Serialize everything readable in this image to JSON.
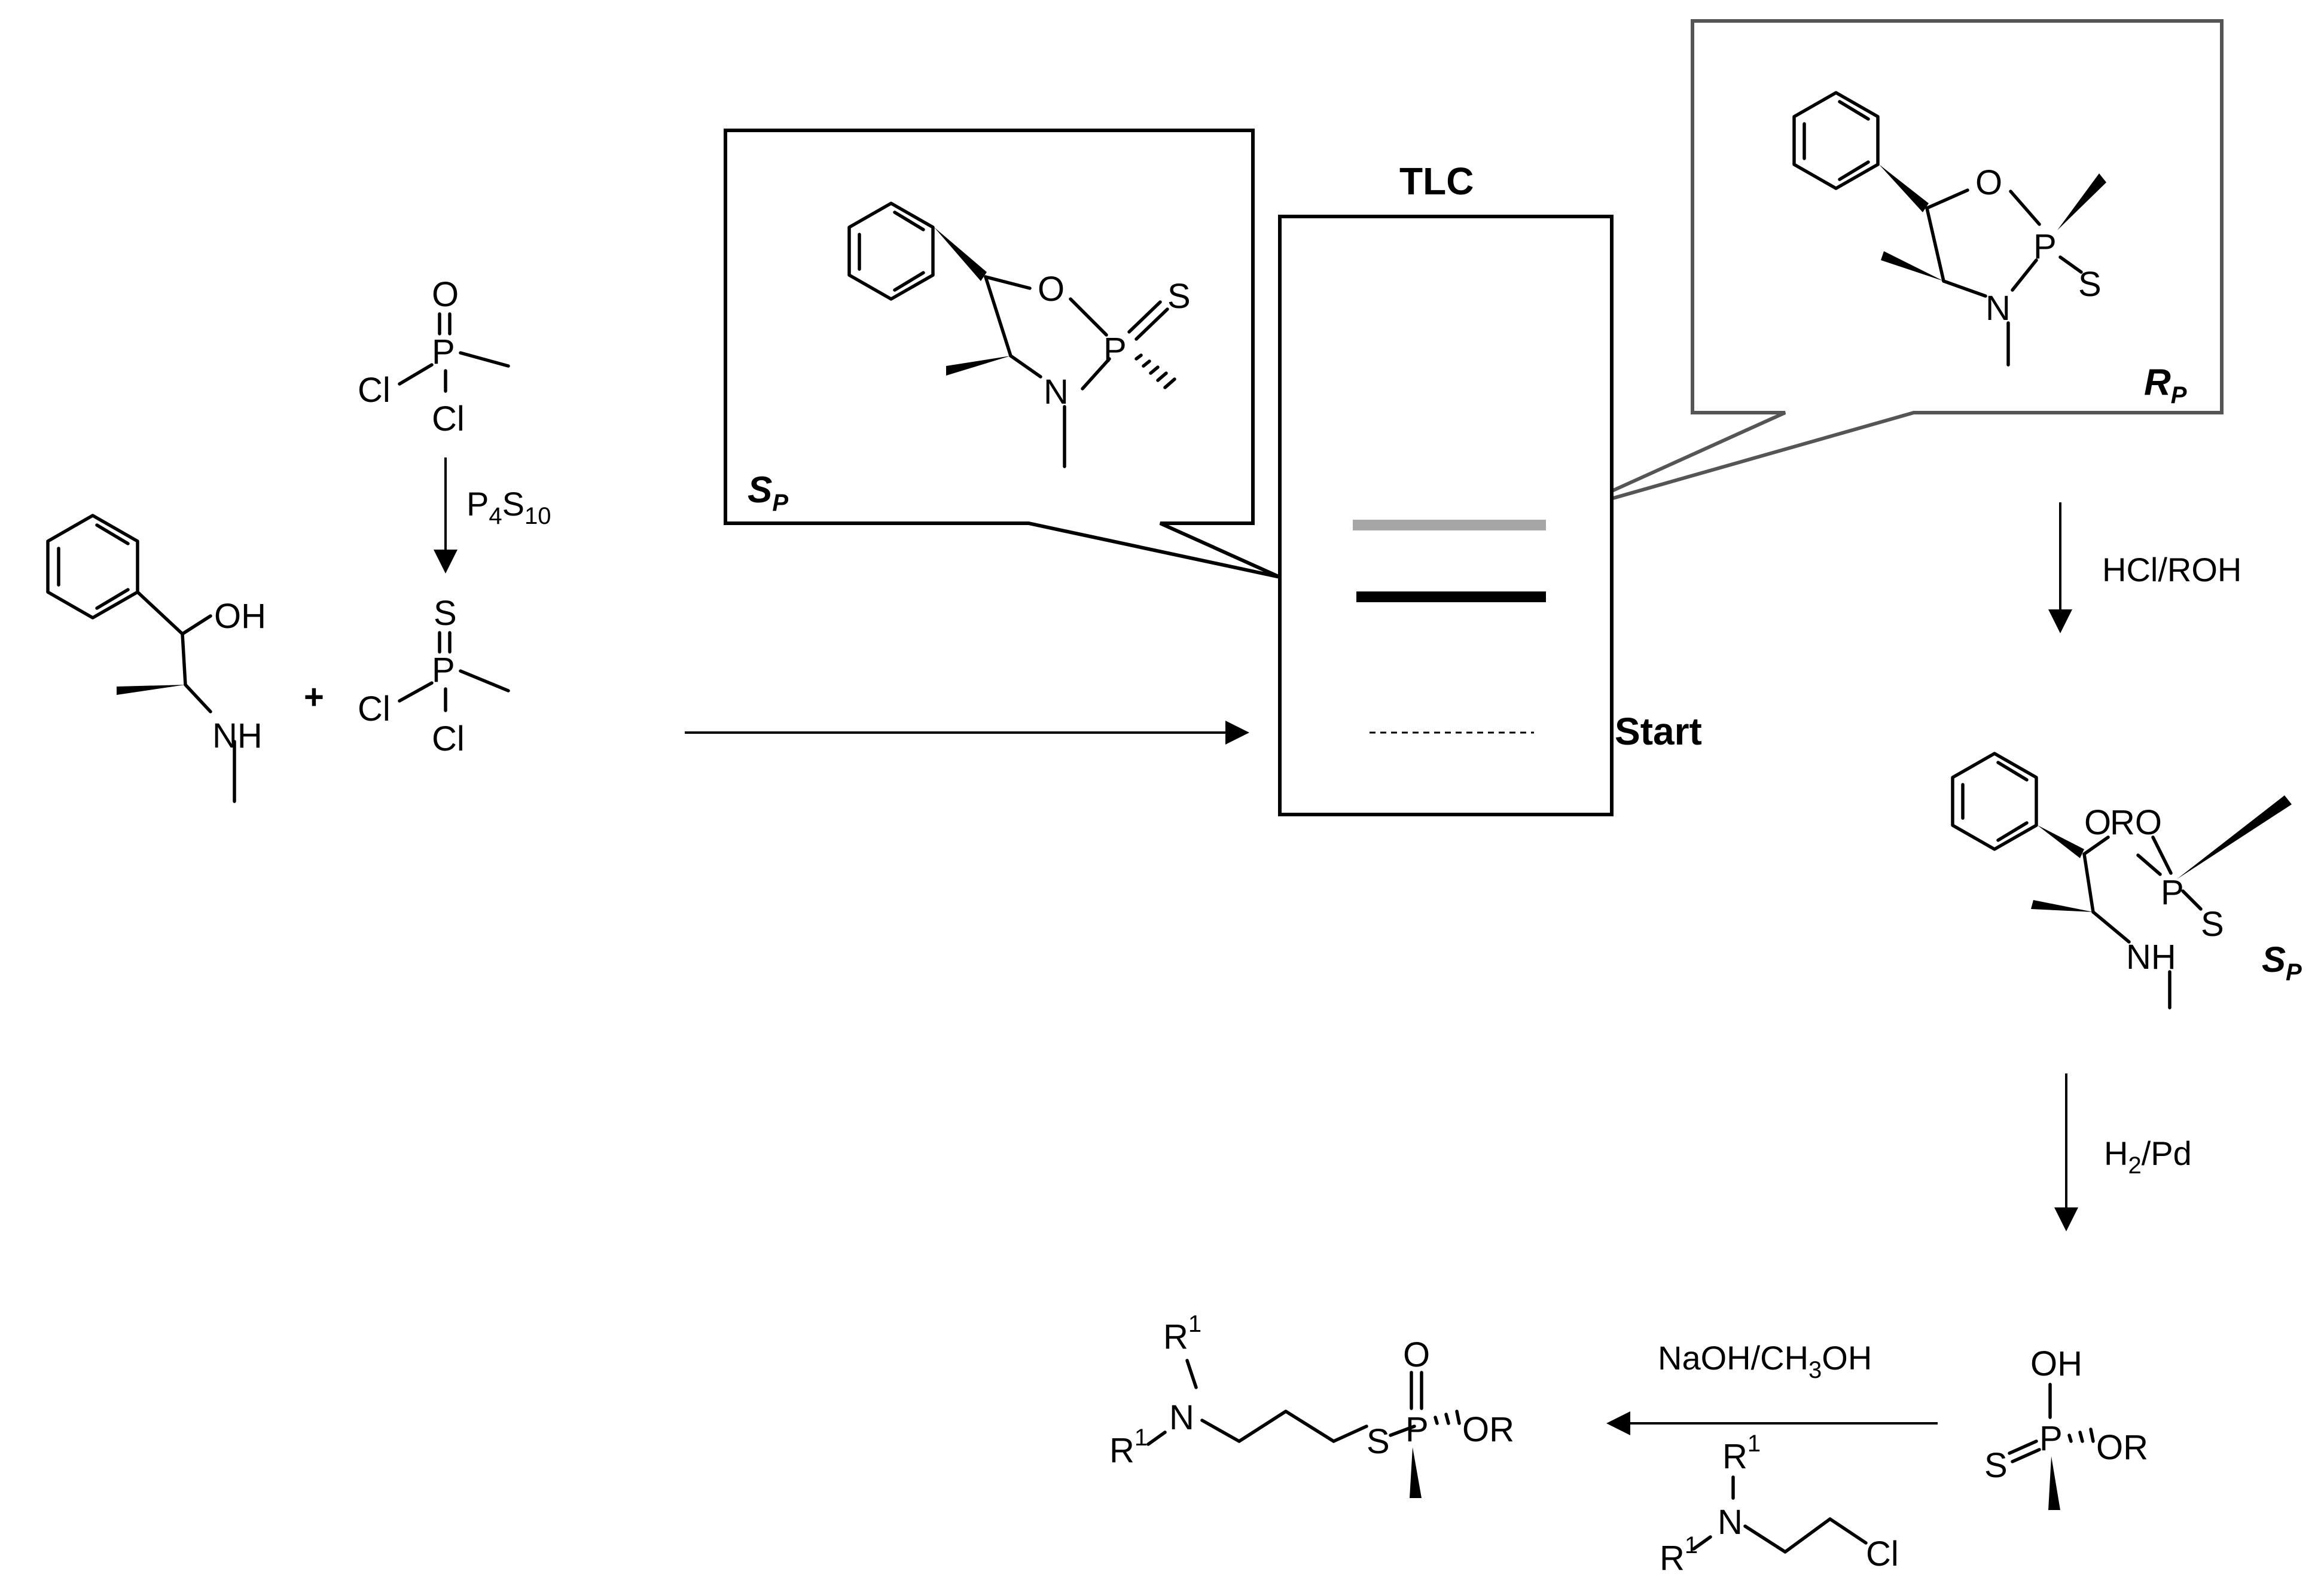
{
  "tlc": {
    "title": "TLC",
    "start_label": "Start",
    "band_upper_color": "#a6a6a6",
    "band_lower_color": "#000000"
  },
  "callouts": {
    "left_stereo_letter": "S",
    "left_stereo_sub": "P",
    "right_stereo_letter": "R",
    "right_stereo_sub": "P"
  },
  "atoms": {
    "O": "O",
    "P": "P",
    "S": "S",
    "N": "N",
    "Cl": "Cl",
    "OH": "OH",
    "NH": "NH",
    "RO": "RO",
    "OR": "OR",
    "R": "R",
    "one": "1"
  },
  "reagents": {
    "p4s10_main": "P",
    "p4s10_4": "4",
    "p4s10_s": "S",
    "p4s10_10": "10",
    "plus": "+",
    "hcl_roh": "HCl/ROH",
    "h2pd_h": "H",
    "h2pd_2": "2",
    "h2pd_rest": "/Pd",
    "naoh_a": "NaOH/CH",
    "naoh_3": "3",
    "naoh_b": "OH"
  },
  "intermediate_stereo": {
    "letter": "S",
    "sub": "P"
  }
}
